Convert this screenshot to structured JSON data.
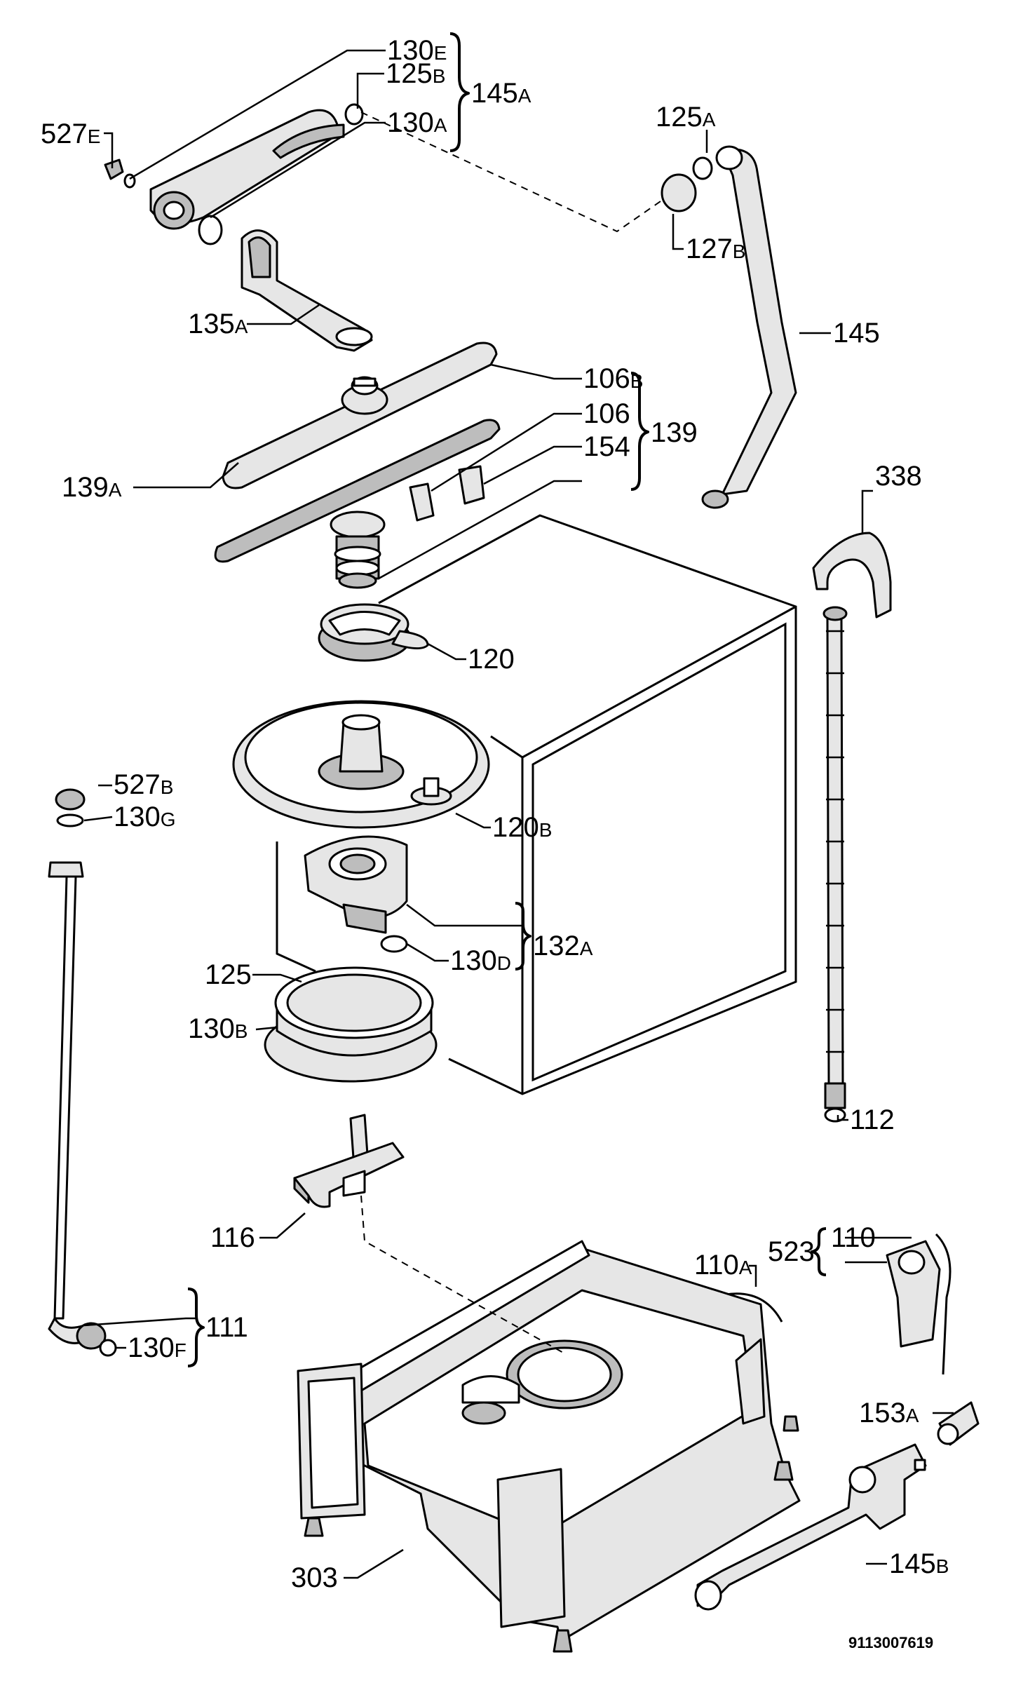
{
  "labels": {
    "l_130E": {
      "main": "130",
      "suf": "E"
    },
    "l_125B": {
      "main": "125",
      "suf": "B"
    },
    "l_130A": {
      "main": "130",
      "suf": "A"
    },
    "l_145A": {
      "main": "145",
      "suf": "A"
    },
    "l_527E": {
      "main": "527",
      "suf": "E"
    },
    "l_135A": {
      "main": "135",
      "suf": "A"
    },
    "l_125A": {
      "main": "125",
      "suf": "A"
    },
    "l_127B": {
      "main": "127",
      "suf": "B"
    },
    "l_145": {
      "main": "145",
      "suf": ""
    },
    "l_106B": {
      "main": "106",
      "suf": "B"
    },
    "l_106": {
      "main": "106",
      "suf": ""
    },
    "l_154": {
      "main": "154",
      "suf": ""
    },
    "l_139": {
      "main": "139",
      "suf": ""
    },
    "l_139A": {
      "main": "139",
      "suf": "A"
    },
    "l_338": {
      "main": "338",
      "suf": ""
    },
    "l_120": {
      "main": "120",
      "suf": ""
    },
    "l_527B": {
      "main": "527",
      "suf": "B"
    },
    "l_130G": {
      "main": "130",
      "suf": "G"
    },
    "l_120B": {
      "main": "120",
      "suf": "B"
    },
    "l_132A": {
      "main": "132",
      "suf": "A"
    },
    "l_130D": {
      "main": "130",
      "suf": "D"
    },
    "l_125": {
      "main": "125",
      "suf": ""
    },
    "l_130B": {
      "main": "130",
      "suf": "B"
    },
    "l_112": {
      "main": "112",
      "suf": ""
    },
    "l_116": {
      "main": "116",
      "suf": ""
    },
    "l_523": {
      "main": "523",
      "suf": ""
    },
    "l_110": {
      "main": "110",
      "suf": ""
    },
    "l_110A": {
      "main": "110",
      "suf": "A"
    },
    "l_111": {
      "main": "111",
      "suf": ""
    },
    "l_130F": {
      "main": "130",
      "suf": "F"
    },
    "l_153A": {
      "main": "153",
      "suf": "A"
    },
    "l_303": {
      "main": "303",
      "suf": ""
    },
    "l_145B": {
      "main": "145",
      "suf": "B"
    }
  },
  "footer": {
    "drawing_code": "9113007619"
  }
}
